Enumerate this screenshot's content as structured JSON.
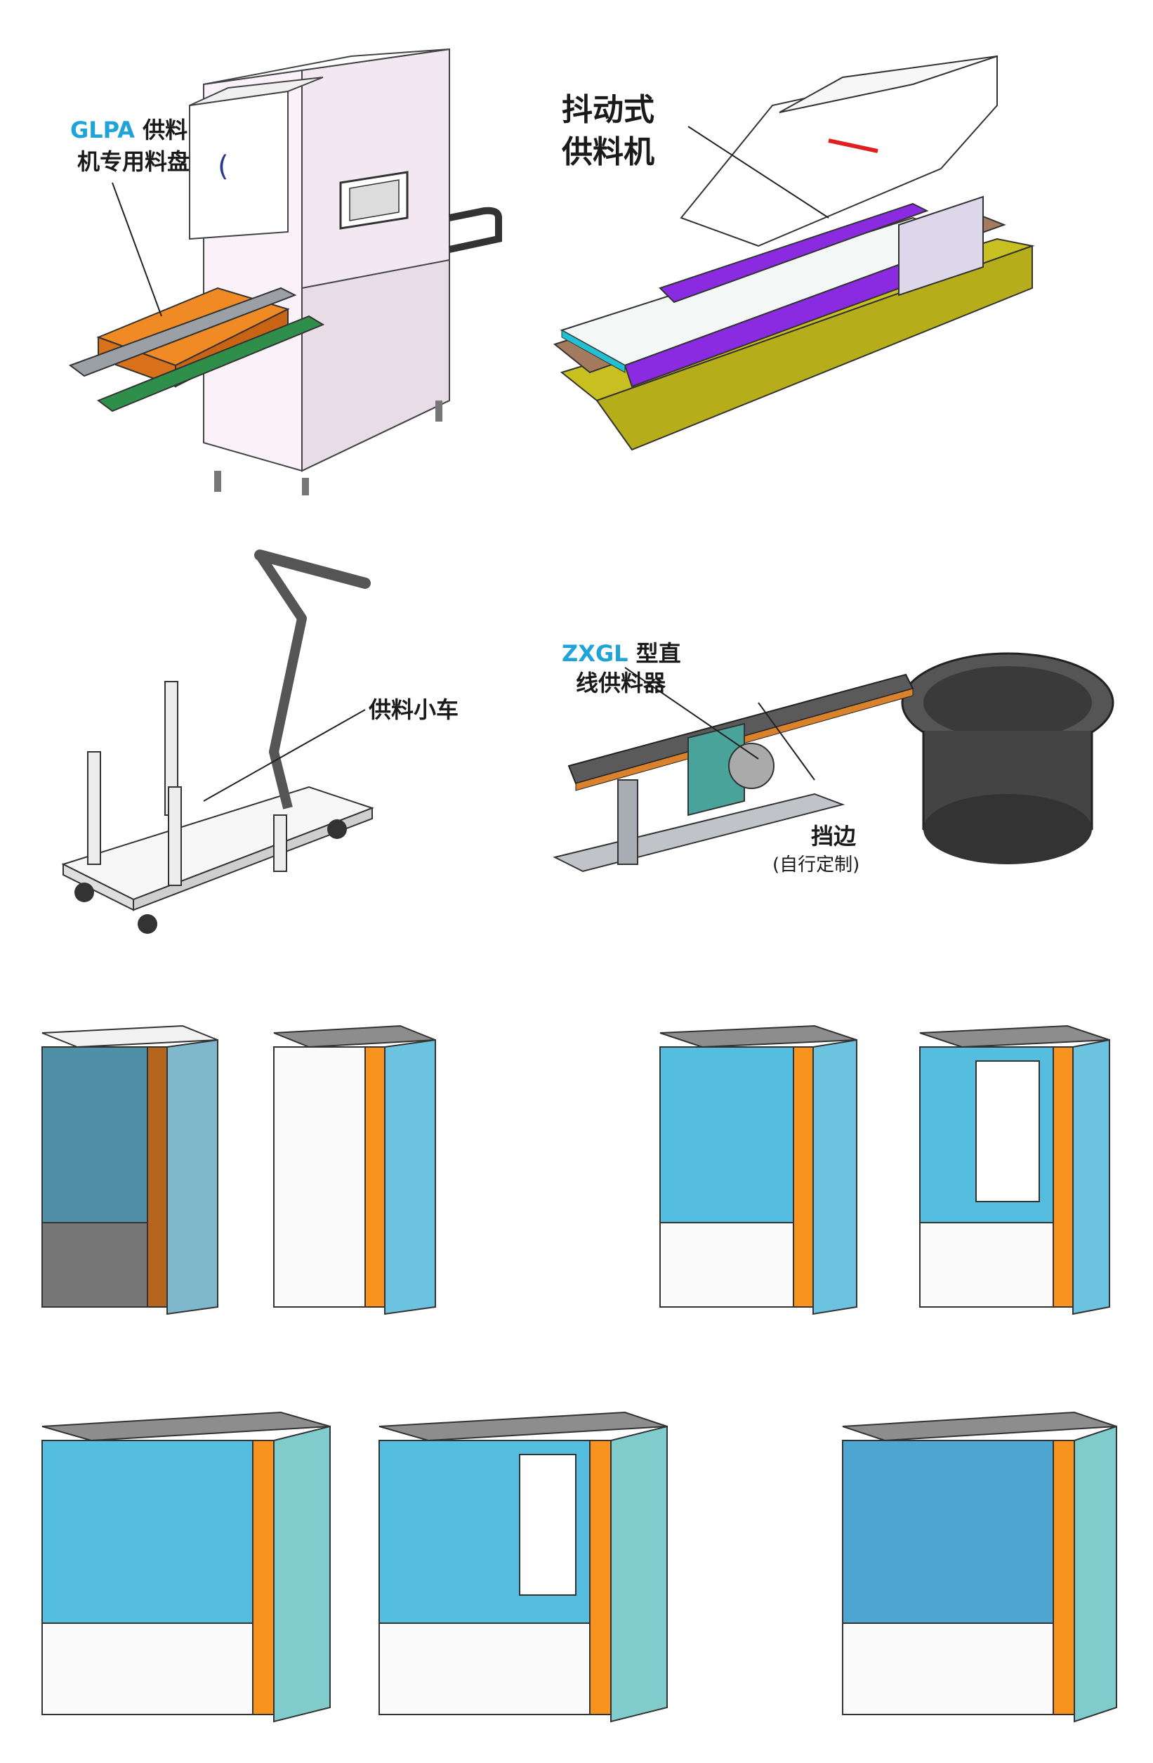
{
  "labels": {
    "glpa": {
      "accent": "GLPA",
      "line1_rest": " 供料",
      "line2": "机专用料盘"
    },
    "vibratory": {
      "line1": "抖动式",
      "line2": "供料机"
    },
    "cart": {
      "text": "供料小车"
    },
    "zxgl": {
      "accent": "ZXGL",
      "line1_rest": " 型直",
      "line2": "线供料器"
    },
    "guard": {
      "line1": "挡边",
      "line2": "(自行定制)"
    }
  },
  "colors": {
    "accent": "#1fa3d9",
    "tray_orange": "#f08a24",
    "frame_orange": "#f7931e",
    "glass_blue": "#6cc3e0",
    "cabinet_pink": "#f2e6ef",
    "purple": "#8a2be2",
    "yellow": "#c8c020"
  },
  "icons": {
    "glpa_machine": "feeder-machine-icon",
    "vibratory_feeder": "vibratory-feeder-icon",
    "feed_cart": "feed-cart-icon",
    "linear_feeder": "linear-feeder-icon",
    "cabinet": "cabinet-icon"
  }
}
